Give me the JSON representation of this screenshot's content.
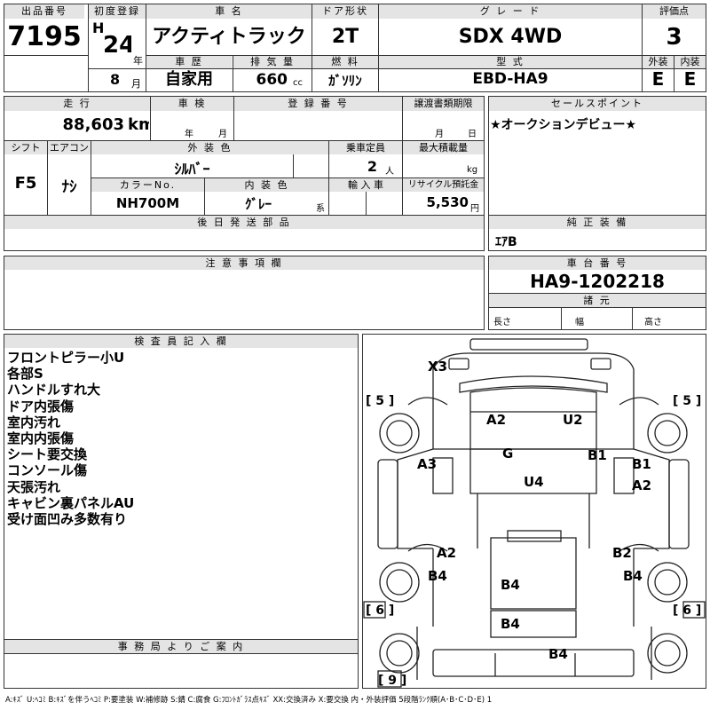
{
  "top": {
    "lot_no_label": "出品番号",
    "lot_no": "7195",
    "first_reg_label": "初度登録",
    "era": "H",
    "first_reg_year": "24",
    "year_unit": "年",
    "first_reg_month": "8",
    "month_unit": "月",
    "car_name_label": "車 名",
    "car_name": "アクティトラック",
    "door_label": "ドア形状",
    "door": "2T",
    "grade_label": "グ レ ー ド",
    "grade": "SDX 4WD",
    "score_label": "評価点",
    "score": "3",
    "history_label": "車 歴",
    "history": "自家用",
    "displacement_label": "排 気 量",
    "displacement": "660",
    "displacement_unit": "cc",
    "fuel_label": "燃 料",
    "fuel": "ｶﾞｿﾘﾝ",
    "model_code_label": "型 式",
    "model_code": "EBD-HA9",
    "exterior_label": "外装",
    "exterior": "E",
    "interior_label": "内装",
    "interior": "E"
  },
  "mid": {
    "mileage_label": "走 行",
    "mileage": "88,603",
    "mileage_unit": "km",
    "inspection_label": "車 検",
    "inspection_year_unit": "年",
    "inspection_month_unit": "月",
    "reg_no_label": "登 録 番 号",
    "transfer_label": "譲渡書類期限",
    "transfer_month_unit": "月",
    "transfer_day_unit": "日",
    "shift_label": "シフト",
    "shift": "F5",
    "ac_label": "エアコン",
    "ac": "ﾅｼ",
    "ext_color_label": "外 装 色",
    "ext_color": "ｼﾙﾊﾞｰ",
    "capacity_label": "乗車定員",
    "capacity": "2",
    "capacity_unit": "人",
    "max_load_label": "最大積載量",
    "max_load_unit": "kg",
    "color_no_label": "カラーNo.",
    "color_no": "NH700M",
    "int_color_label": "内 装 色",
    "int_color": "ｸﾞﾚｰ",
    "int_color_suffix": "系",
    "import_label": "輸 入 車",
    "recycle_label": "リサイクル預託金",
    "recycle": "5,530",
    "recycle_unit": "円",
    "later_parts_label": "後 日 発 送 部 品",
    "sales_point_label": "セールスポイント",
    "sales_point": "★オークションデビュー★",
    "equipment_label": "純 正 装 備",
    "equipment": "ｴｱB",
    "notes_label": "注 意 事 項 欄",
    "chassis_label": "車 台 番 号",
    "chassis": "HA9-1202218",
    "spec_label": "諸 元",
    "length_label": "長さ",
    "width_label": "幅",
    "height_label": "高さ"
  },
  "inspector": {
    "label": "検 査 員 記 入 欄",
    "lines": [
      "フロントピラー小U",
      "各部S",
      "ハンドルすれ大",
      "ドア内張傷",
      "室内汚れ",
      "室内内張傷",
      "シート要交換",
      "コンソール傷",
      "天張汚れ",
      "キャビン裏パネルAU",
      "受け面凹み多数有り"
    ],
    "office_label": "事 務 局 よ り ご 案 内"
  },
  "diagram": {
    "marks": {
      "x3": "X3",
      "a2_top": "A2",
      "u2": "U2",
      "g": "G",
      "b1_right": "B1",
      "a3": "A3",
      "u4": "U4",
      "b1_far": "B1",
      "a2_right": "A2",
      "a2_mid": "A2",
      "b2": "B2",
      "b4_left": "B4",
      "b4_center": "B4",
      "b4_right": "B4",
      "b4_bed": "B4",
      "b4_bottom": "B4"
    },
    "brackets": {
      "fl": "[ 5 ]",
      "fr": "[ 5 ]",
      "rl": "[ 6 ]",
      "rr": "[ 6 ]",
      "bottom": "[ 9 ]"
    }
  },
  "legend": "A:ｷｽﾞ U:ﾍｺﾐ B:ｷｽﾞを伴うﾍｺﾐ P:要塗装 W:補修跡 S:錆 C:腐食 G:ﾌﾛﾝﾄｶﾞﾗｽ点ｷｽﾞ XX:交換済み X:要交換 内・外装評価 5段階ﾗﾝｸ順(A･B･C･D･E) 1"
}
